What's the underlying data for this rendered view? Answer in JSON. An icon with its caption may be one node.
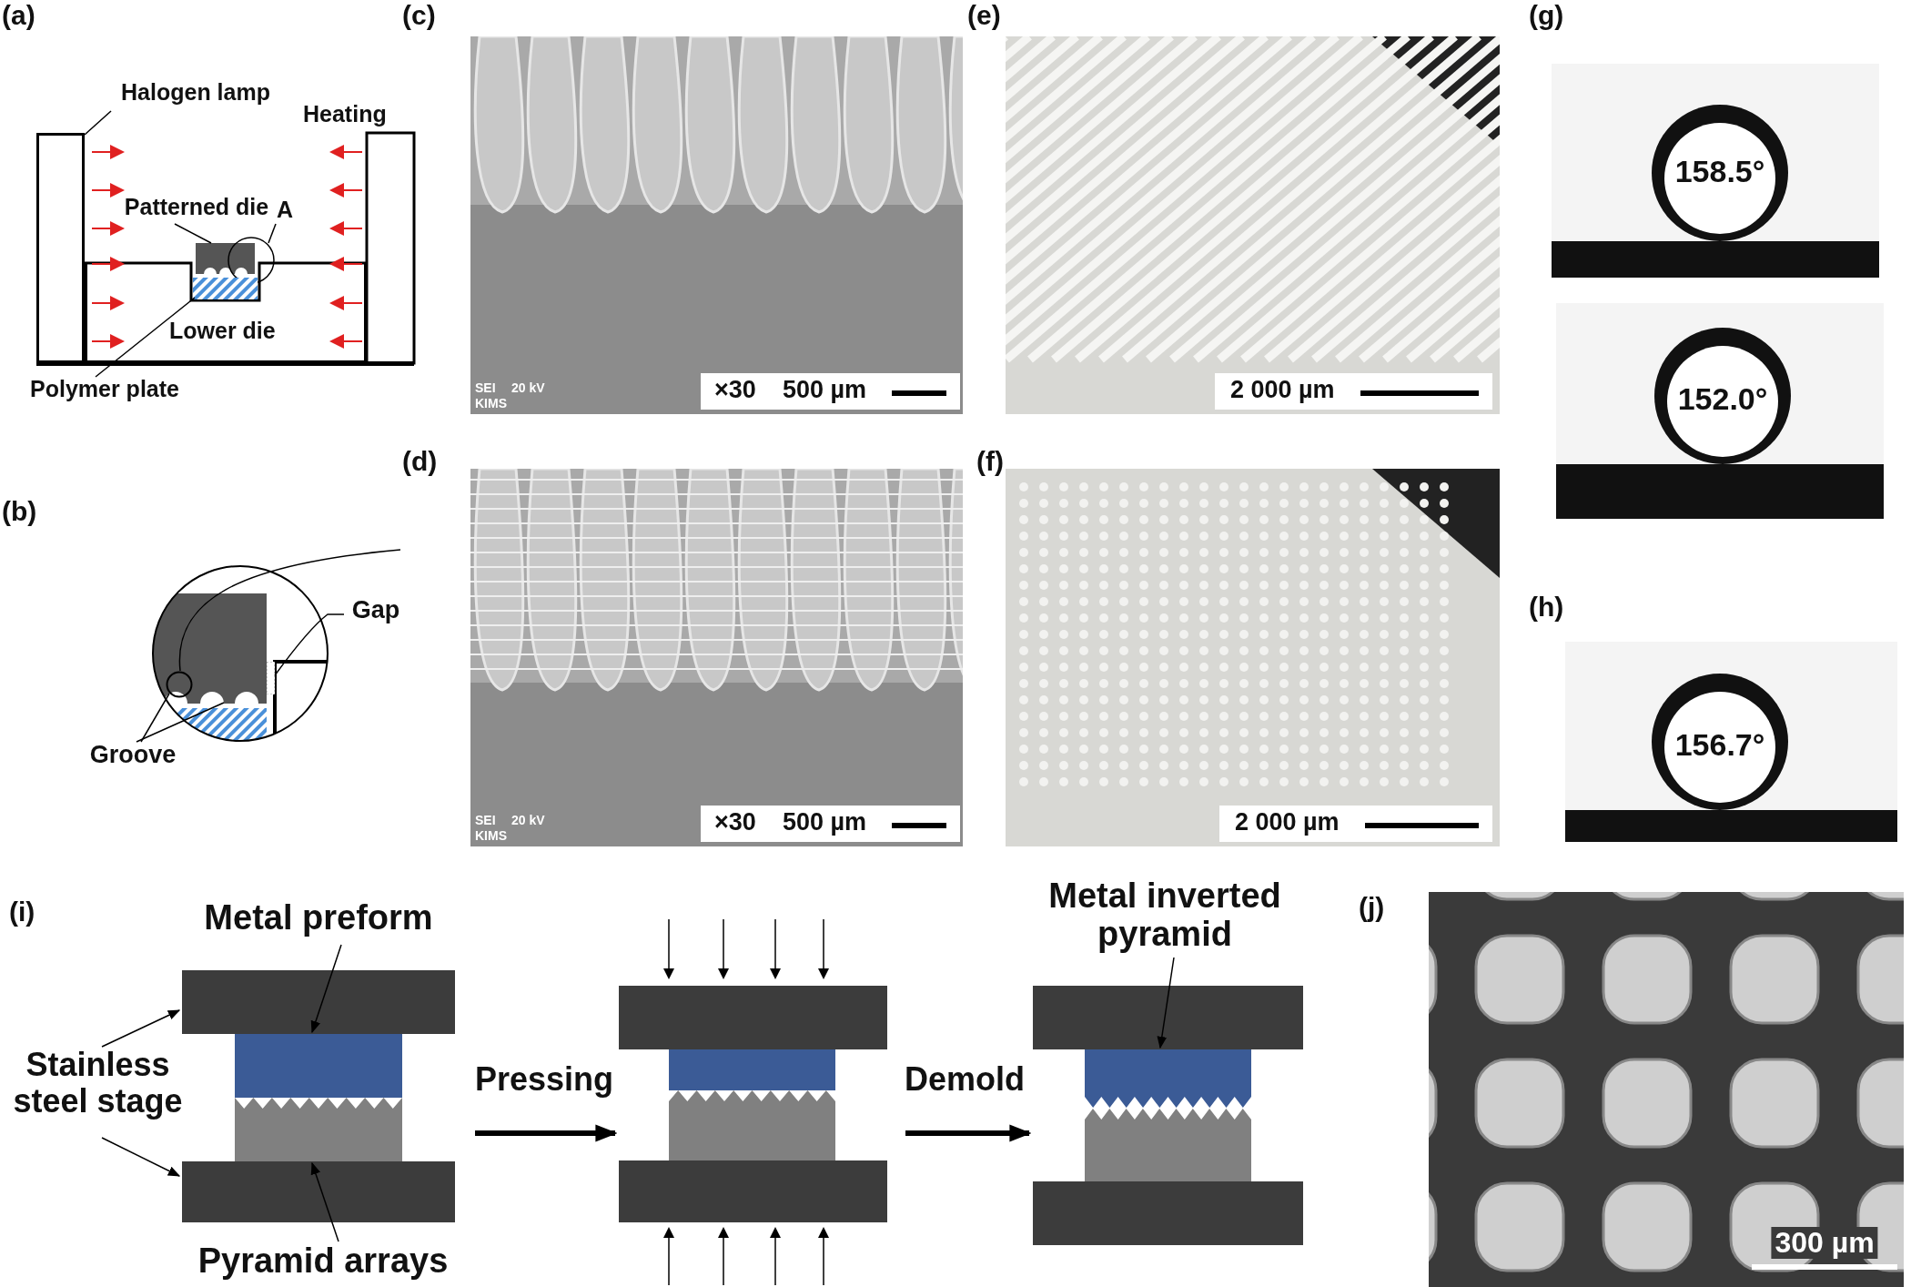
{
  "diagram": {
    "nodes": [
      {
        "text": [
          "Halogen lamp"
        ]
      },
      {
        "text": [],
        "shape": "box"
      },
      {
        "text": [
          "Patterned die"
        ]
      },
      {
        "text": [],
        "shape": "box"
      },
      {
        "text": [
          "A"
        ]
      },
      {
        "text": [],
        "shape": "circle"
      },
      {
        "text": [
          "Polymer plate"
        ]
      },
      {
        "text": [],
        "shape": "box"
      },
      {
        "text": [],
        "shape": "circle"
      },
      {
        "text": [
          "Gap"
        ]
      },
      {
        "text": [],
        "shape": "bar",
        "in": 8
      },
      {
        "text": [
          "Groove"
        ]
      },
      {
        "text": [],
        "shape": "circle",
        "in": 8
      },
      {
        "text": [],
        "shape": "picture"
      },
      {
        "text": [
          "Metal preform"
        ]
      },
      {
        "text": [
          "Stainless steel stage"
        ]
      },
      {
        "text": [
          "Pyramid arrays"
        ]
      },
      {
        "text": [],
        "shape": "box",
        "in": 13
      },
      {
        "text": [],
        "shape": "box",
        "in": 13
      },
      {
        "text": [],
        "shape": "box",
        "in": 13
      },
      {
        "text": [],
        "shape": "box",
        "in": 13
      },
      {
        "text": [],
        "shape": "picture"
      },
      {
        "text": [],
        "shape": "box",
        "in": 21
      },
      {
        "text": [],
        "shape": "box",
        "in": 21
      },
      {
        "text": [],
        "shape": "box",
        "in": 21
      },
      {
        "text": [],
        "shape": "box",
        "in": 21
      },
      {
        "text": [
          "Metal inverted pyramid"
        ]
      },
      {
        "text": [],
        "shape": "picture"
      },
      {
        "text": [],
        "shape": "box",
        "in": 27
      },
      {
        "text": [],
        "shape": "box",
        "in": 27
      },
      {
        "text": [],
        "shape": "box",
        "in": 27
      },
      {
        "text": [],
        "shape": "box",
        "in": 27
      }
    ],
    "edges": [
      {
        "from": 0,
        "to": 1,
        "arrow": "none"
      },
      {
        "from": 2,
        "to": 3,
        "arrow": "none"
      },
      {
        "from": 4,
        "to": 5,
        "arrow": "none"
      },
      {
        "from": 6,
        "to": 7,
        "arrow": "none"
      },
      {
        "from": 9,
        "to": 10,
        "arrow": "none"
      },
      {
        "from": 11,
        "to": 12,
        "arrow": "none"
      },
      {
        "from": 11,
        "to": null,
        "arrow": "none"
      },
      {
        "from": 12,
        "to": null,
        "arrow": "none"
      },
      {
        "from": 14,
        "to": 18,
        "arrow": "to"
      },
      {
        "from": 15,
        "to": 17,
        "arrow": "to"
      },
      {
        "from": 15,
        "to": 20,
        "arrow": "to"
      },
      {
        "from": 16,
        "to": 19,
        "arrow": "to"
      },
      {
        "from": 13,
        "to": 21,
        "arrow": "to",
        "label": "Pressing",
        "style": "thick"
      },
      {
        "from": 21,
        "to": 27,
        "arrow": "to",
        "label": "Demold",
        "style": "thick"
      },
      {
        "from": 26,
        "to": 29,
        "arrow": "to"
      }
    ],
    "labels": [
      "(a)",
      "Heating",
      "Lower die",
      "(b)",
      "(c)",
      "SEI",
      "20 kV",
      "KIMS",
      "×30",
      "500 µm",
      "(d)",
      "SEI",
      "20 kV",
      "KIMS",
      "×30",
      "500 µm",
      "(e)",
      "2 000 µm",
      "(f)",
      "2 000 µm",
      "(g)",
      "158.5°",
      "152.0°",
      "(h)",
      "156.7°",
      "(i)",
      "(j)",
      "300 µm"
    ]
  }
}
